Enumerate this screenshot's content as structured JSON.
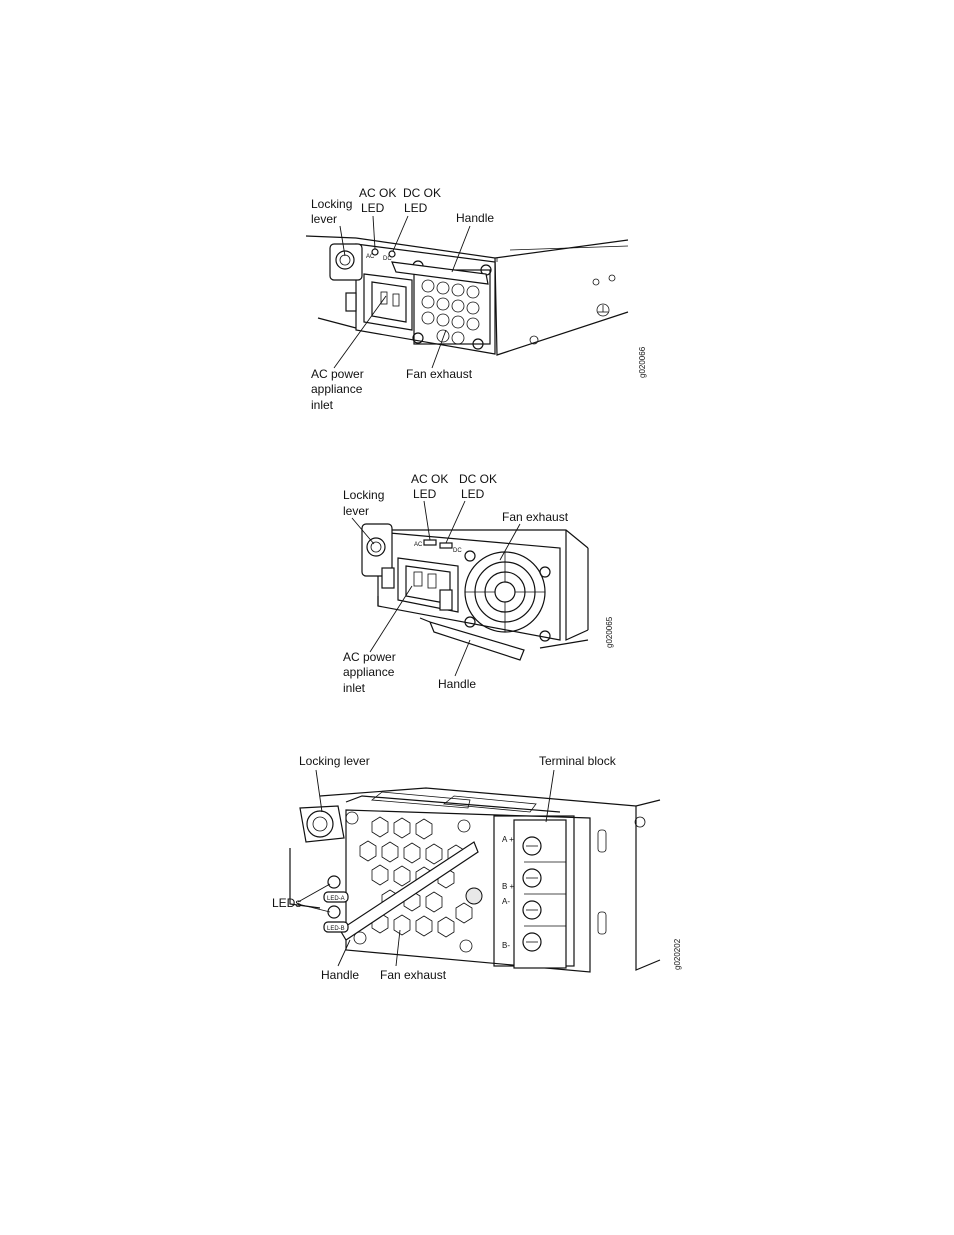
{
  "figures": [
    {
      "id": "ac_psu_1",
      "figure_id": "g020066",
      "labels": {
        "locking_lever": [
          "Locking",
          "lever"
        ],
        "ac_ok_led": [
          "AC OK",
          "LED"
        ],
        "dc_ok_led": [
          "DC OK",
          "LED"
        ],
        "handle": "Handle",
        "ac_inlet": [
          "AC power",
          "appliance",
          "inlet"
        ],
        "fan_exhaust": "Fan exhaust"
      },
      "panel_text": {
        "ac": "AC",
        "dc": "DC"
      }
    },
    {
      "id": "ac_psu_2",
      "figure_id": "g020065",
      "labels": {
        "locking_lever": [
          "Locking",
          "lever"
        ],
        "ac_ok_led": [
          "AC OK",
          "LED"
        ],
        "dc_ok_led": [
          "DC OK",
          "LED"
        ],
        "fan_exhaust": "Fan exhaust",
        "ac_inlet": [
          "AC power",
          "appliance",
          "inlet"
        ],
        "handle": "Handle"
      },
      "panel_text": {
        "ac": "AC",
        "dc": "DC"
      }
    },
    {
      "id": "dc_psu",
      "figure_id": "g020202",
      "labels": {
        "locking_lever": "Locking lever",
        "terminal_block": "Terminal block",
        "leds": "LEDs",
        "handle": "Handle",
        "fan_exhaust": "Fan exhaust"
      },
      "panel_text": {
        "led_a": "LED-A",
        "led_b": "LED-B",
        "a_plus": "A +",
        "b_plus": "B +",
        "a_minus": "A-",
        "b_minus": "B-"
      }
    }
  ]
}
